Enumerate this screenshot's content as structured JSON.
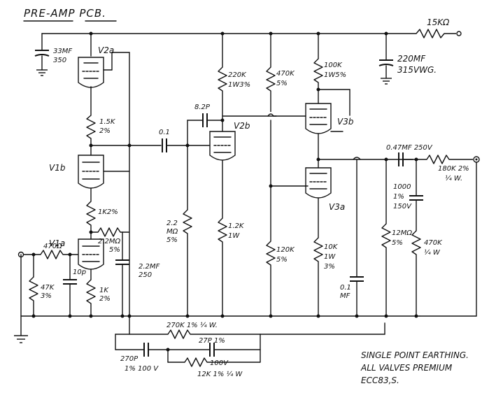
{
  "title": "PRE-AMP  PCB.",
  "tubes": {
    "v2a": "V2a",
    "v1b": "V1b",
    "v1a": "V1a",
    "v2b": "V2b",
    "v3b": "V3b",
    "v3a": "V3a"
  },
  "components": {
    "c_supply_33": "33MF",
    "c_supply_33_v": "350",
    "r_supply_15k": "15KΩ",
    "c_supply_220": "220MF",
    "c_supply_220_v": "315VWG.",
    "r_v2a_cathode": "1.5K",
    "r_v2a_cathode_tol": "2%",
    "c_couple_01": "0.1",
    "c_82p": "8.2P",
    "r_220k": "220K",
    "r_220k_spec": "1W3%",
    "r_470k_a": "470K",
    "r_470k_a_tol": "5%",
    "r_100k": "100K",
    "r_100k_spec": "1W5%",
    "r_1k2": "1K2%",
    "r_22m": "2.2MΩ",
    "r_22m_tol": "5%",
    "r_input_470": "470Ω",
    "r_47k": "47K",
    "r_47k_tol": "3%",
    "c_10p": "10p",
    "r_1k": "1K",
    "r_1k_tol": "2%",
    "c_22mf": "2.2MF",
    "c_22mf_v": "250",
    "r_22m_b": "2.2",
    "r_22m_b_unit": "MΩ",
    "r_22m_b_tol": "5%",
    "r_12k": "1.2K",
    "r_12k_spec": "1W",
    "r_120k": "120K",
    "r_120k_tol": "5%",
    "r_10k": "10K",
    "r_10k_spec": "1W",
    "r_10k_tol": "3%",
    "c_01mf": "0.1",
    "c_01mf_unit": "MF",
    "c_047": "0.47MF 250V",
    "r_180k": "180K 2%",
    "r_180k_w": "¼ W.",
    "c_1000": "1000",
    "c_1000_tol": "1%",
    "c_1000_v": "150V",
    "r_12m": "12MΩ",
    "r_12m_tol": "5%",
    "r_470k_b": "470K",
    "r_470k_b_w": "¼ W",
    "r_270k": "270K 1% ¼ W.",
    "c_270p": "270P",
    "c_270p_spec": "1%  100 V",
    "c_27p": "27P 1%",
    "c_27p_v": "100V",
    "r_12k_b": "12K 1% ¼ W"
  },
  "notes": [
    "SINGLE POINT EARTHING.",
    "ALL VALVES  PREMIUM",
    "ECC83,S."
  ]
}
